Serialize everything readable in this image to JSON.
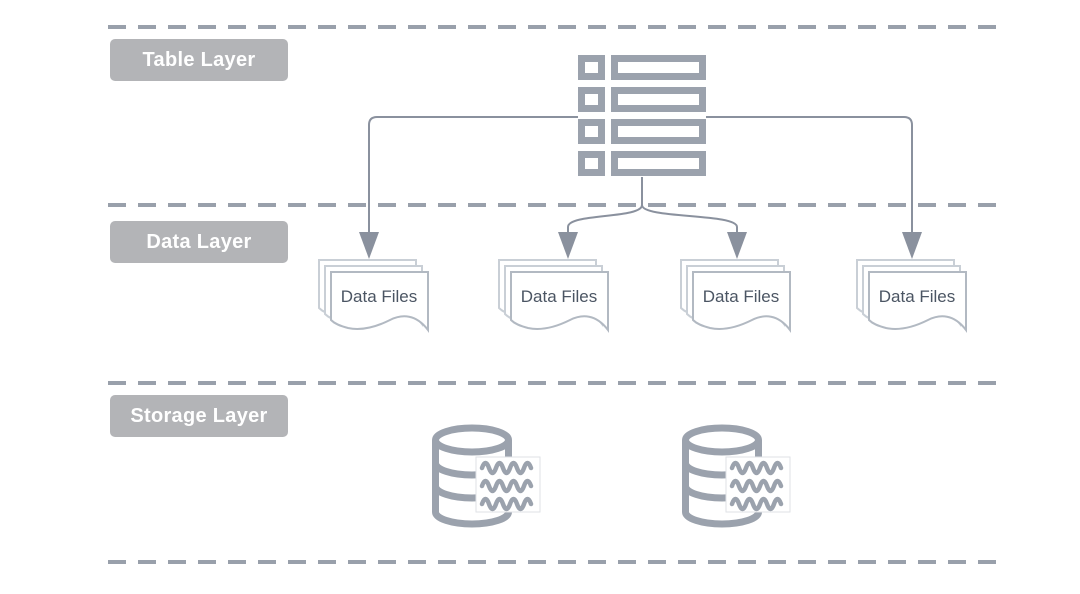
{
  "diagram": {
    "colors": {
      "background": "#ffffff",
      "dash": "#99a0ab",
      "label_bg": "#b3b4b7",
      "label_text": "#ffffff",
      "icon_stroke": "#9ba2ad",
      "connector": "#8a919e",
      "page_border": "#b2b9c2",
      "page_border_back": "#c9cfd6",
      "doc_text": "#4b5563"
    },
    "layers": [
      {
        "id": "table-layer",
        "label": "Table Layer"
      },
      {
        "id": "data-layer",
        "label": "Data Layer"
      },
      {
        "id": "storage-layer",
        "label": "Storage Layer"
      }
    ],
    "table_node": {
      "icon": "table-rows-icon"
    },
    "data_files": [
      {
        "label": "Data Files"
      },
      {
        "label": "Data Files"
      },
      {
        "label": "Data Files"
      },
      {
        "label": "Data Files"
      }
    ],
    "storage_nodes": [
      {
        "icon": "database-icon"
      },
      {
        "icon": "database-icon"
      }
    ]
  }
}
